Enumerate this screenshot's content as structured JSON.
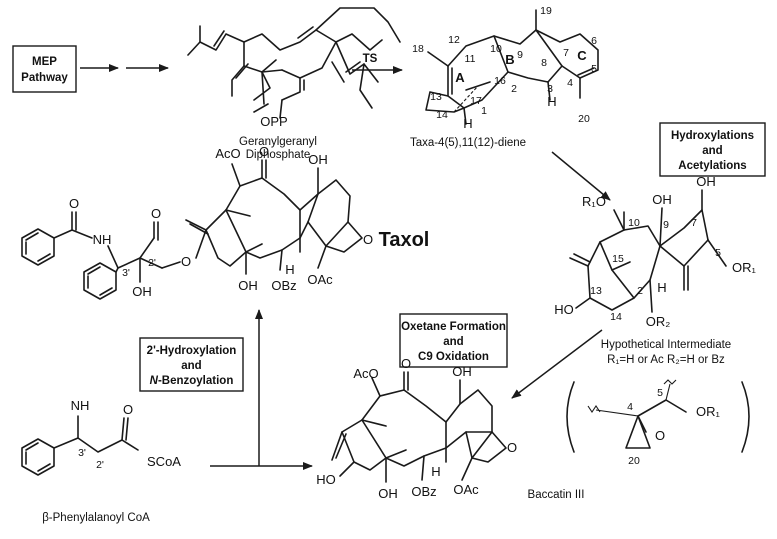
{
  "boxes": {
    "mep_l1": "MEP",
    "mep_l2": "Pathway",
    "hydrox_l1": "Hydroxylations",
    "hydrox_l2": "and",
    "hydrox_l3": "Acetylations",
    "oxetane_l1": "Oxetane Formation",
    "oxetane_l2": "and",
    "oxetane_l3": "C9 Oxidation",
    "hydroxylation_l1": "2'-Hydroxylation",
    "hydroxylation_l2": "and",
    "hydroxylation_l3a": "N",
    "hydroxylation_l3b": "-Benzoylation"
  },
  "arrow_labels": {
    "ts": "TS"
  },
  "compounds": {
    "ggpp_l1": "Geranylgeranyl",
    "ggpp_l2": "Diphosphate",
    "ggpp_group": "OPP",
    "taxadiene": "Taxa-4(5),11(12)-diene",
    "taxol": "Taxol",
    "intermediate_l1": "Hypothetical Intermediate",
    "intermediate_l2": "R₁=H or Ac   R₂=H or Bz",
    "baccatin": "Baccatin III",
    "phenylalanoyl": "β-Phenylalanoyl CoA"
  },
  "taxadiene_labels": {
    "n18": "18",
    "n12": "12",
    "n10": "10",
    "n9": "9",
    "n19": "19",
    "n7": "7",
    "n6": "6",
    "n11": "11",
    "n8": "8",
    "n5": "5",
    "n4": "4",
    "n16": "16",
    "n13": "13",
    "n17": "17",
    "n1": "1",
    "n2": "2",
    "n3": "3",
    "n14": "14",
    "n20": "20",
    "ringA": "A",
    "ringB": "B",
    "ringC": "C",
    "h1": "H",
    "h3": "H"
  },
  "taxol_labels": {
    "aco": "AcO",
    "o_keto": "O",
    "oh_top": "OH",
    "o_amide": "O",
    "nh": "NH",
    "o_ester": "O",
    "o_link": "O",
    "c3p": "3'",
    "c2p": "2'",
    "oh_2p": "OH",
    "h": "H",
    "oh_c1": "OH",
    "obz": "OBz",
    "oac": "OAc",
    "o_ox": "O"
  },
  "intermediate_labels": {
    "r1o": "R₁O",
    "oh9": "OH",
    "oh7": "OH",
    "n10": "10",
    "n9": "9",
    "n7": "7",
    "n15": "15",
    "n13": "13",
    "n2": "2",
    "n5": "5",
    "n14": "14",
    "ho": "HO",
    "or2": "OR₂",
    "or1": "OR₁",
    "h": "H"
  },
  "epoxide_labels": {
    "n4": "4",
    "n5": "5",
    "n20": "20",
    "o": "O",
    "or1": "OR₁"
  },
  "baccatin_labels": {
    "aco": "AcO",
    "o": "O",
    "oh": "OH",
    "ho": "HO",
    "h": "H",
    "oh_c1": "OH",
    "obz": "OBz",
    "oac": "OAc",
    "o_ox": "O"
  },
  "phenyl_labels": {
    "nh": "NH",
    "o": "O",
    "scoa": "SCoA",
    "c3p": "3'",
    "c2p": "2'"
  }
}
